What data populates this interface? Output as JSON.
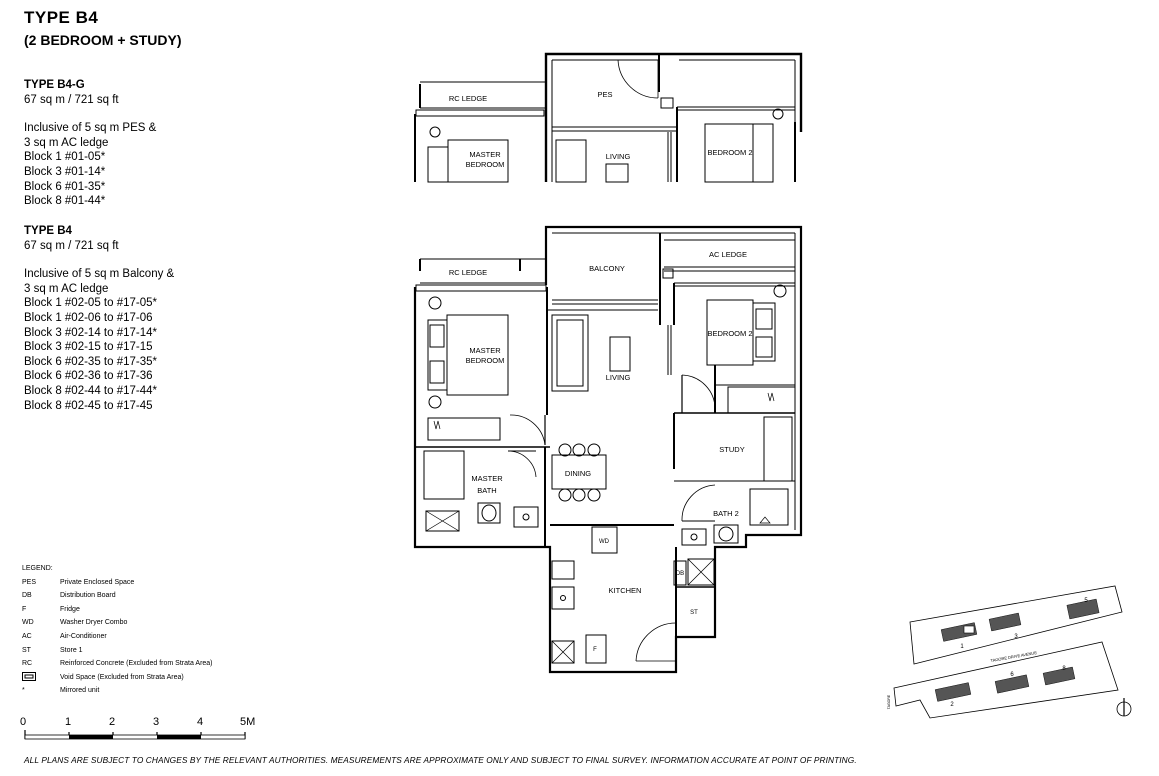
{
  "header": {
    "title": "TYPE  B4",
    "subtitle": "(2 BEDROOM + STUDY)"
  },
  "unit_b4g": {
    "heading": "TYPE B4-G",
    "area": "67 sq m / 721 sq ft",
    "notes": [
      "Inclusive of 5 sq m PES &",
      "3 sq m AC ledge"
    ],
    "blocks": [
      "Block 1 #01-05*",
      "Block 3 #01-14*",
      "Block 6 #01-35*",
      "Block 8 #01-44*"
    ]
  },
  "unit_b4": {
    "heading": "TYPE B4",
    "area": "67 sq m / 721 sq ft",
    "notes": [
      "Inclusive of 5 sq m Balcony &",
      "3 sq m AC ledge"
    ],
    "blocks": [
      "Block 1 #02-05 to #17-05*",
      "Block 1 #02-06 to #17-06",
      "Block 3 #02-14 to #17-14*",
      "Block 3 #02-15 to #17-15",
      "Block 6 #02-35 to #17-35*",
      "Block 6 #02-36 to #17-36",
      "Block 8 #02-44 to #17-44*",
      "Block 8 #02-45 to #17-45"
    ]
  },
  "legend": {
    "title": "LEGEND:",
    "items": [
      {
        "key": "PES",
        "desc": "Private Enclosed Space"
      },
      {
        "key": "DB",
        "desc": "Distribution Board"
      },
      {
        "key": "F",
        "desc": "Fridge"
      },
      {
        "key": "WD",
        "desc": "Washer Dryer Combo"
      },
      {
        "key": "AC",
        "desc": "Air-Conditioner"
      },
      {
        "key": "ST",
        "desc": "Store 1"
      },
      {
        "key": "RC",
        "desc": "Reinforced Concrete (Excluded from Strata Area)"
      },
      {
        "key": "",
        "desc": "Void Space (Excluded from Strata Area)"
      },
      {
        "key": "*",
        "desc": "Mirrored unit"
      }
    ]
  },
  "scale": {
    "labels": [
      "0",
      "1",
      "2",
      "3",
      "4",
      "5M"
    ]
  },
  "plan_top": {
    "rc_ledge": "RC LEDGE",
    "pes": "PES",
    "master_bedroom": [
      "MASTER",
      "BEDROOM"
    ],
    "living": "LIVING",
    "bedroom2": "BEDROOM 2"
  },
  "plan_main": {
    "rc_ledge": "RC LEDGE",
    "balcony": "BALCONY",
    "ac_ledge": "AC LEDGE",
    "master_bedroom": [
      "MASTER",
      "BEDROOM"
    ],
    "living": "LIVING",
    "bedroom2": "BEDROOM 2",
    "study": "STUDY",
    "dining": "DINING",
    "master_bath": [
      "MASTER",
      "BATH"
    ],
    "bath2": "BATH 2",
    "wd": "WD",
    "kitchen": "KITCHEN",
    "db": "DB",
    "st": "ST",
    "fridge": "F"
  },
  "site_plan": {
    "blocks": [
      "1",
      "3",
      "5",
      "2",
      "6",
      "8"
    ],
    "road_left": "TAGORE",
    "road_mid": "TAGORE DRIVE AVENUE"
  },
  "footer": "ALL PLANS ARE SUBJECT TO CHANGES BY THE RELEVANT AUTHORITIES. MEASUREMENTS ARE APPROXIMATE ONLY AND SUBJECT TO FINAL SURVEY. INFORMATION ACCURATE AT POINT OF PRINTING."
}
